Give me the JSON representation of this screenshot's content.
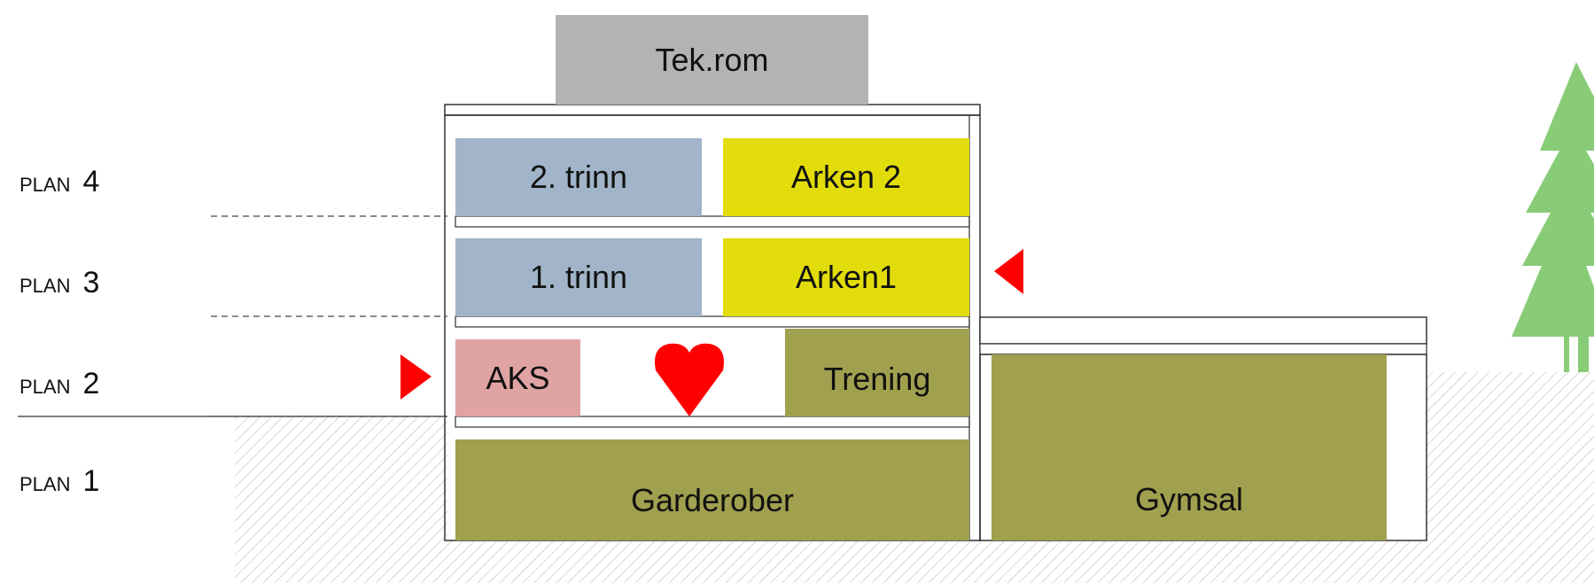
{
  "plans": [
    {
      "word": "PLAN",
      "number": "4"
    },
    {
      "word": "PLAN",
      "number": "3"
    },
    {
      "word": "PLAN",
      "number": "2"
    },
    {
      "word": "PLAN",
      "number": "1"
    }
  ],
  "rooms": {
    "tekrom": "Tek.rom",
    "trinn2": "2. trinn",
    "arken2": "Arken 2",
    "trinn1": "1. trinn",
    "arken1": "Arken1",
    "aks": "AKS",
    "trening": "Trening",
    "garderober": "Garderober",
    "gymsal": "Gymsal"
  },
  "colors": {
    "grey": "#b3b3b3",
    "blue": "#a1b4c9",
    "yellow": "#e2dc0a",
    "pink": "#dfa3a3",
    "olive": "#a1a04f",
    "red": "#ff0000",
    "tree": "#88cc77"
  }
}
